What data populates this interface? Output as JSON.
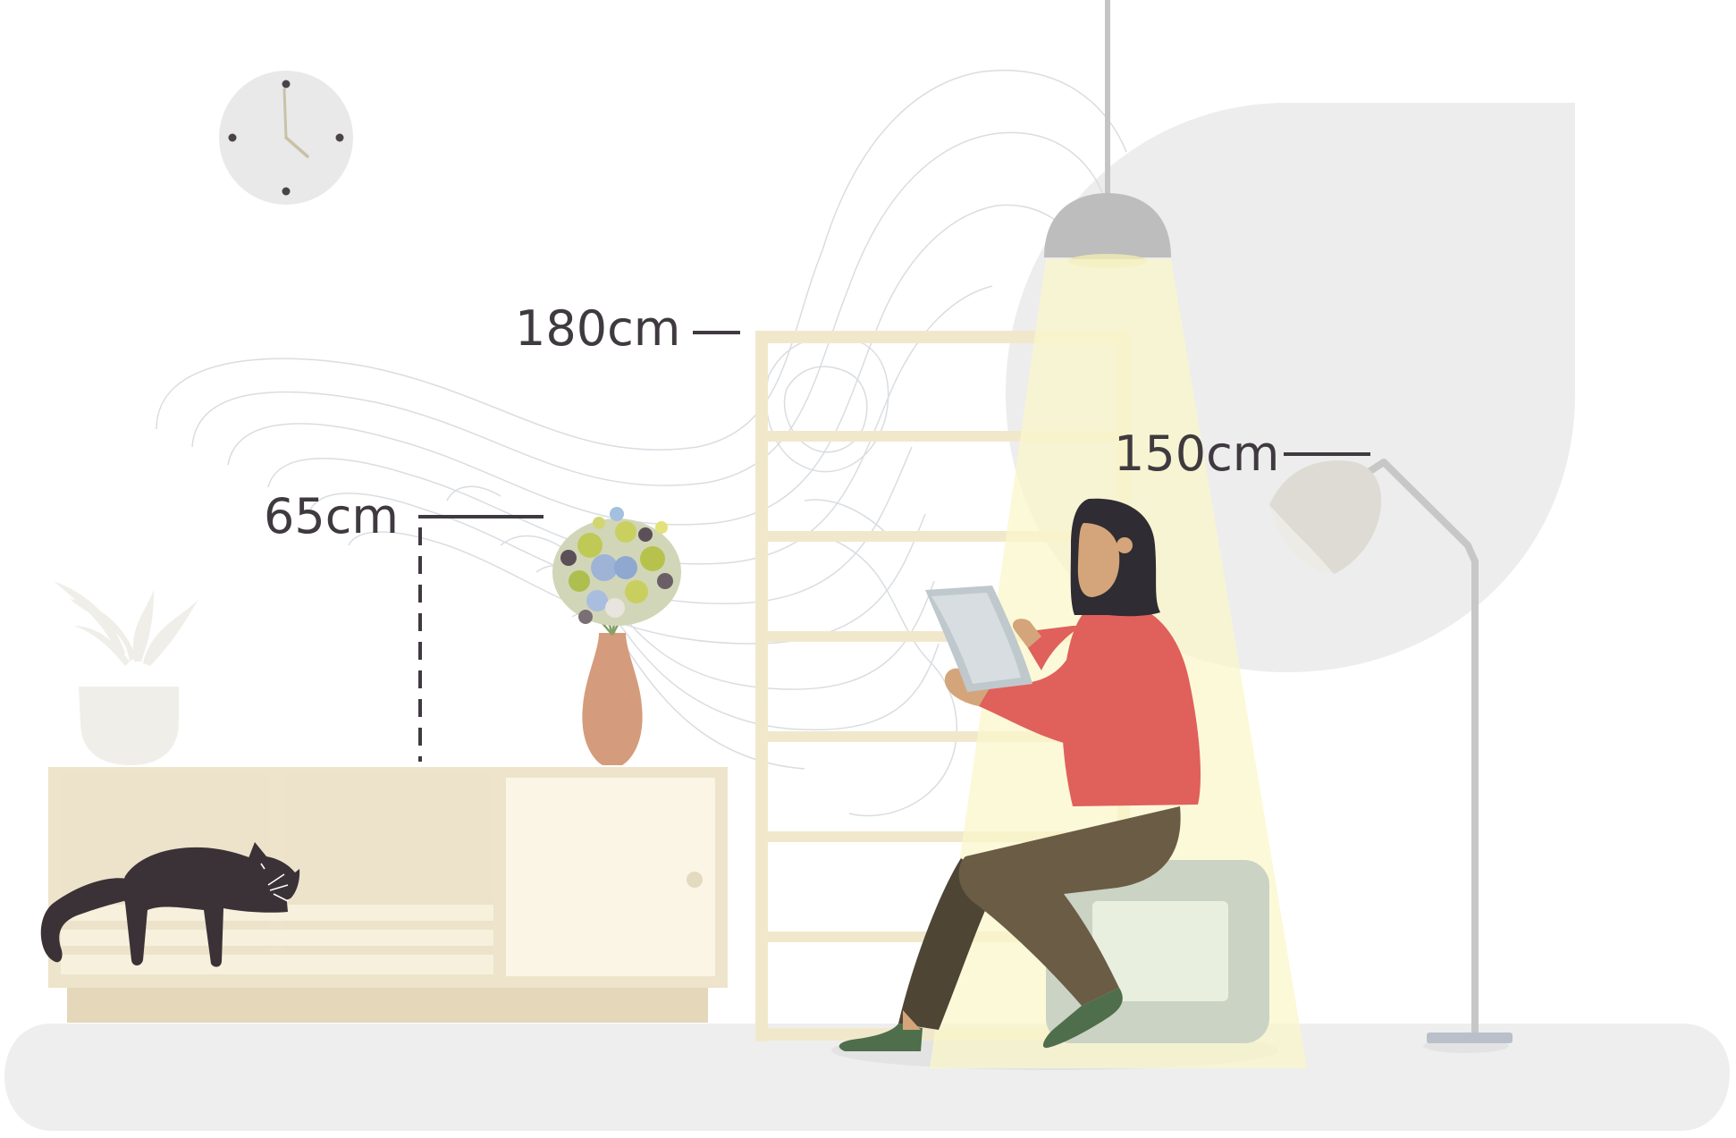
{
  "measurements": {
    "shelf_height": "180cm",
    "lamp_height": "150cm",
    "cabinet_height": "65cm"
  },
  "palette": {
    "background": "#ffffff",
    "floor": "#eeeeee",
    "blob": "#ededed",
    "light_beam": "#fbf7c9",
    "shelf": "#f1e8cc",
    "cabinet": "#ede4cb",
    "cabinet_door": "#faf5e4",
    "plinth": "#e4d7ba",
    "sweater": "#e0605b",
    "pants": "#6b5c46",
    "hair": "#2f2c33",
    "skin": "#d4a57a",
    "shoes": "#4f6e4c",
    "stool": "#cbd3c4",
    "vase": "#d49c7c",
    "cat": "#3a3236",
    "lamp_metal": "#c4c4c4",
    "tablet": "#d7dde0",
    "label_text": "#3f3a3f"
  },
  "icons": [
    "wall-clock-icon",
    "pendant-lamp-icon",
    "floor-lamp-icon",
    "potted-plant-icon",
    "flower-vase-icon",
    "sleeping-cat-icon",
    "person-with-tablet-icon",
    "stool-icon"
  ]
}
